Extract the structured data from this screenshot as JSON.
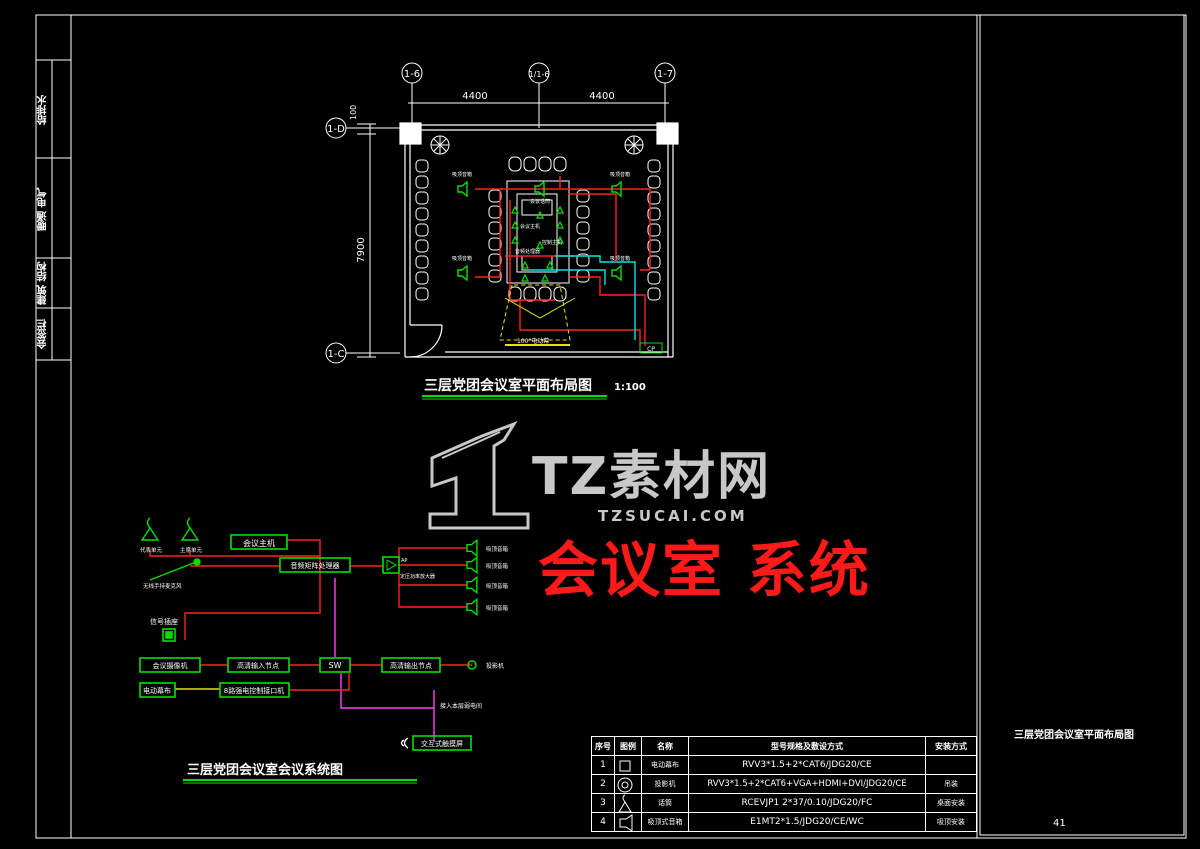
{
  "sheet": {
    "side_block": [
      "给排水",
      "暖通 电气",
      "建筑 结构",
      "会签栏"
    ],
    "right_title": "三层党团会议室平面布局图",
    "page_number": "41"
  },
  "plan": {
    "axes_top": [
      "1-6",
      "1/1-6",
      "1-7"
    ],
    "axes_left": [
      "1-D",
      "1-C"
    ],
    "dim_top": [
      "4400",
      "4400"
    ],
    "dim_left_small": "100",
    "dim_left": "7900",
    "title": "三层党团会议室平面布局图",
    "scale": "1:100",
    "speaker_label": "吸顶音箱",
    "screen_label": "100\"电动幕",
    "cp_label": "CP",
    "inner_labels": [
      "会议话筒",
      "会议主机",
      "控制主机",
      "音频处理器"
    ]
  },
  "watermark": {
    "cn": "TZ素材网",
    "en": "TZSUCAI.COM"
  },
  "overlay_text": "会议室 系统",
  "system": {
    "title": "三层党团会议室会议系统图",
    "mic_labels": [
      "代表单元",
      "主席单元",
      "无线手持麦克风"
    ],
    "boxes": {
      "host": "会议主机",
      "processor": "音频矩阵处理器",
      "amp": "AP",
      "amp_label": "定压功率放大器",
      "mixer": "会议摄像机",
      "hd_in": "高清输入节点",
      "sw": "SW",
      "hd_out": "高清输出节点",
      "power": "电动幕布",
      "control": "8路强电控制接口机",
      "interactive": "交互式触摸屏",
      "signal": "信号插座",
      "projector": "投影机",
      "network": "接入本层弱电间"
    },
    "speaker_label": "吸顶音箱"
  },
  "legend": {
    "headers": [
      "序号",
      "图例",
      "名称",
      "型号规格及敷设方式",
      "安装方式"
    ],
    "rows": [
      {
        "no": "1",
        "name": "电动幕布",
        "spec": "RVV3*1.5+2*CAT6/JDG20/CE",
        "install": ""
      },
      {
        "no": "2",
        "name": "投影机",
        "spec": "RVV3*1.5+2*CAT6+VGA+HDMI+DVI/JDG20/CE",
        "install": "吊装"
      },
      {
        "no": "3",
        "name": "话筒",
        "spec": "RCEVJP1  2*37/0.10/JDG20/FC",
        "install": "桌面安装"
      },
      {
        "no": "4",
        "name": "吸顶式音箱",
        "spec": "E1MT2*1.5/JDG20/CE/WC",
        "install": "吸顶安装"
      }
    ]
  }
}
